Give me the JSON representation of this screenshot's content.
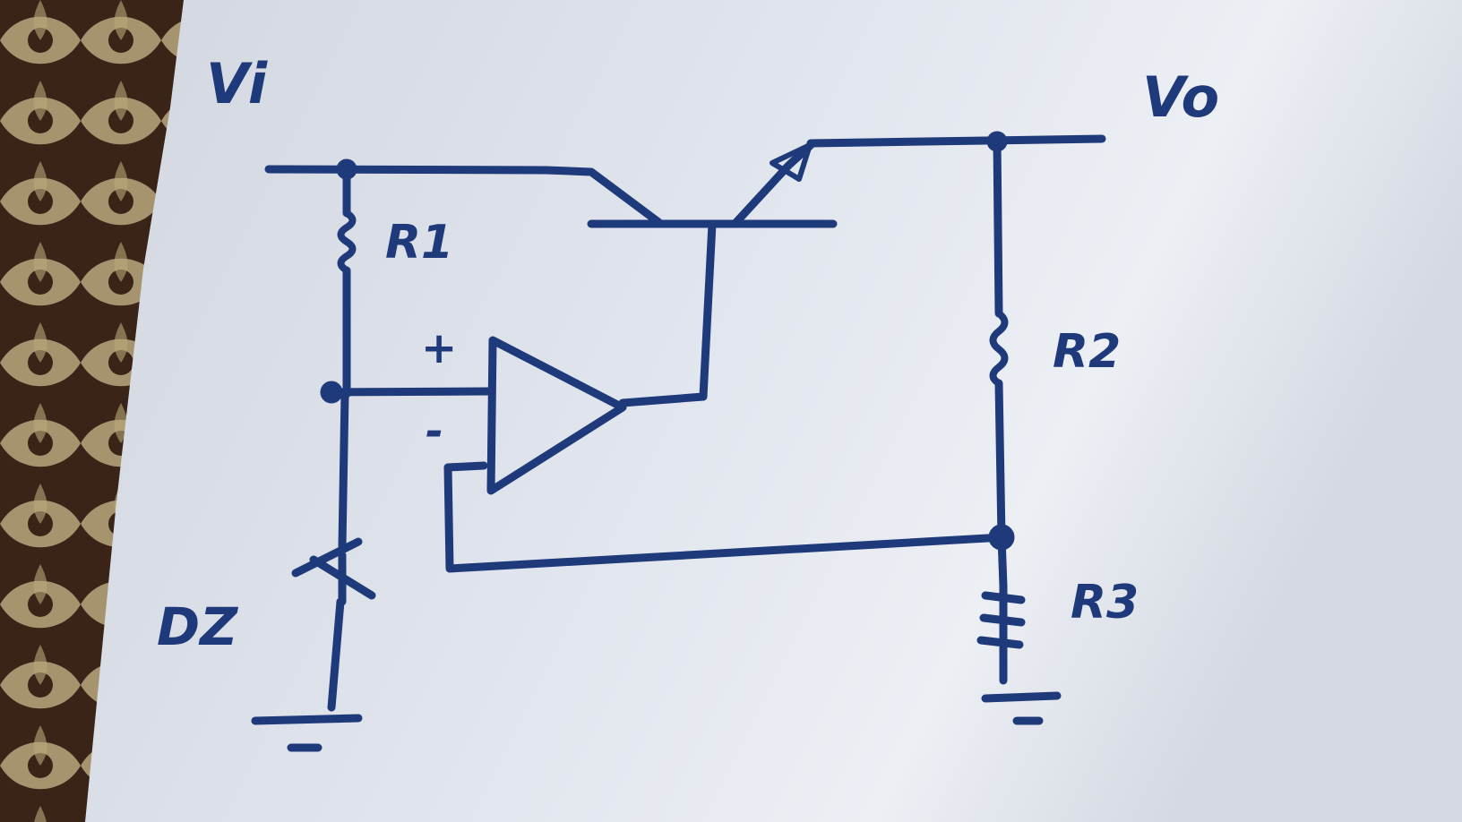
{
  "colors": {
    "ink": "#1f3a7a",
    "paper": "#dfe3ea",
    "fabric_dark": "#3a2418",
    "fabric_light": "#c9b98a"
  },
  "labels": {
    "vin": "Vi",
    "vout": "Vo",
    "r1": "R1",
    "r2": "R2",
    "r3": "R3",
    "dz": "DZ",
    "plus": "+",
    "minus": "-"
  }
}
